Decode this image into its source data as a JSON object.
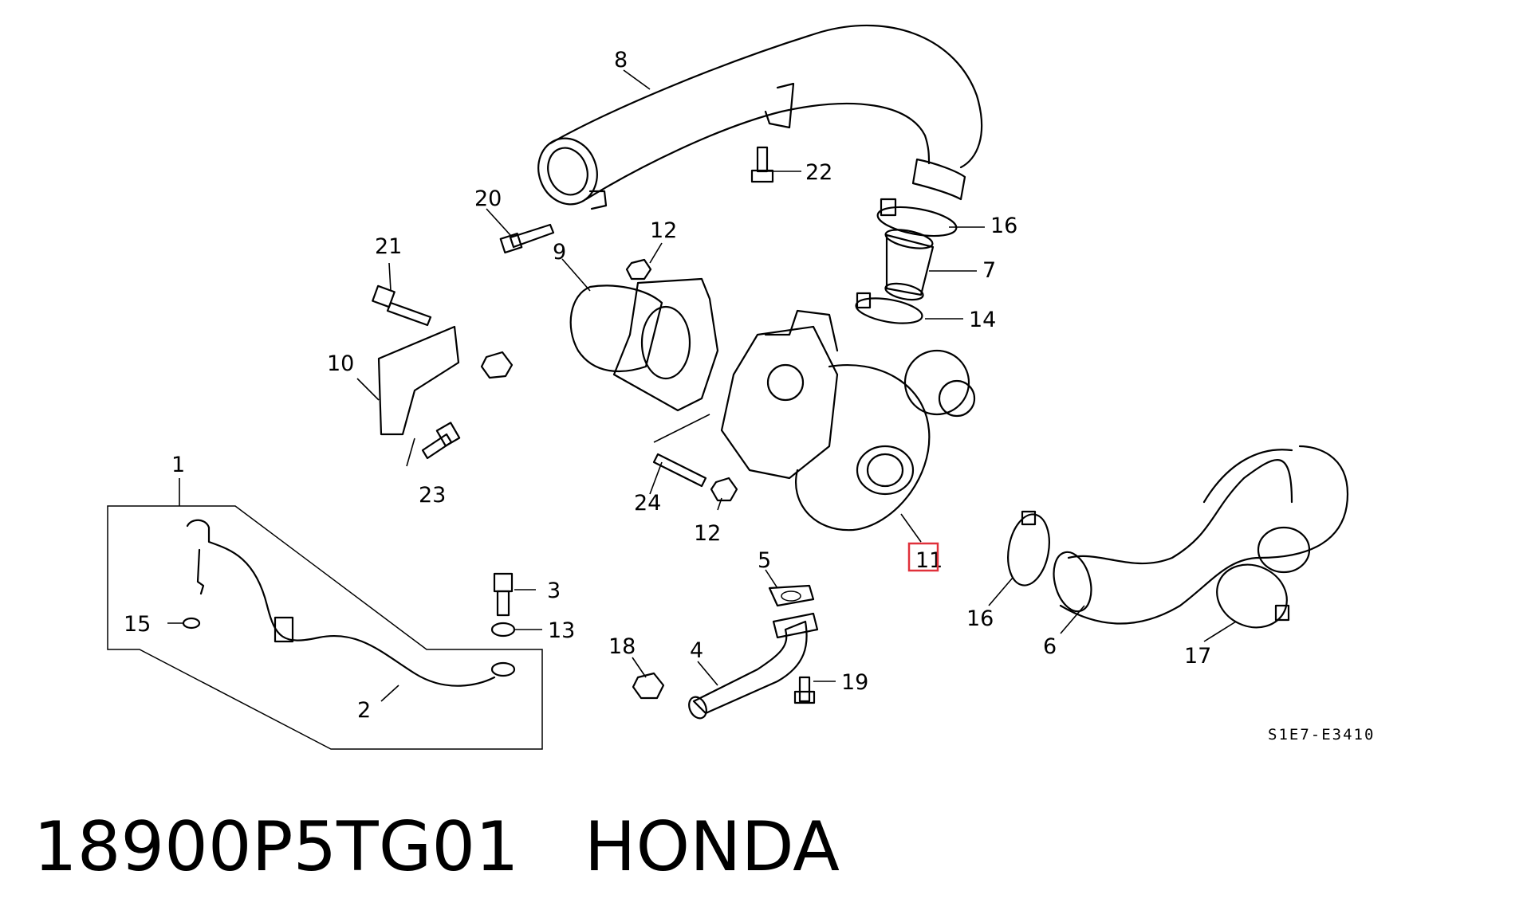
{
  "callouts": {
    "c1": "1",
    "c2": "2",
    "c3": "3",
    "c4": "4",
    "c5": "5",
    "c6": "6",
    "c7": "7",
    "c8": "8",
    "c9": "9",
    "c10": "10",
    "c11": "11",
    "c12a": "12",
    "c12b": "12",
    "c13": "13",
    "c14": "14",
    "c15": "15",
    "c16a": "16",
    "c16b": "16",
    "c17": "17",
    "c18": "18",
    "c19": "19",
    "c20": "20",
    "c21": "21",
    "c22": "22",
    "c23": "23",
    "c24": "24"
  },
  "diagram_code": "S1E7-E3410",
  "highlighted_part": "11",
  "highlight_color": "#e0303a",
  "caption": {
    "part_number": "18900P5TG01",
    "brand": "HONDA"
  }
}
